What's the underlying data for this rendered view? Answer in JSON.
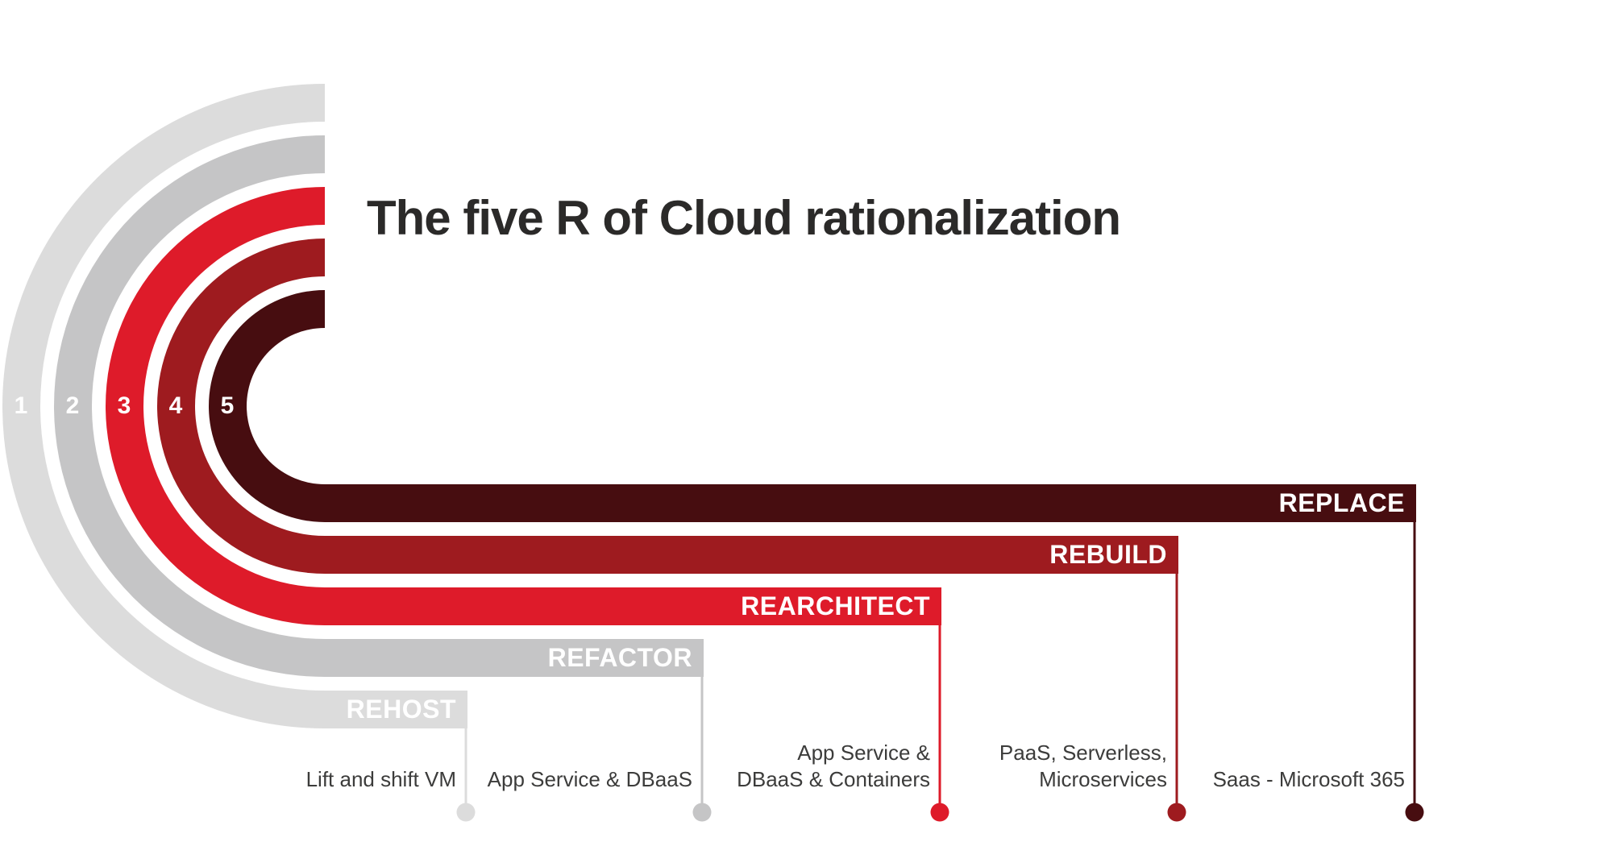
{
  "title": "The five R of Cloud rationalization",
  "stages": [
    {
      "number": "1",
      "label": "REHOST",
      "description": "Lift and shift VM",
      "color": "#DCDCDC"
    },
    {
      "number": "2",
      "label": "REFACTOR",
      "description": "App Service & DBaaS",
      "color": "#C5C5C6"
    },
    {
      "number": "3",
      "label": "REARCHITECT",
      "description": "App Service &\nDBaaS & Containers",
      "color": "#DE1B2A"
    },
    {
      "number": "4",
      "label": "REBUILD",
      "description": "PaaS, Serverless,\nMicroservices",
      "color": "#9E1B1F"
    },
    {
      "number": "5",
      "label": "REPLACE",
      "description": "Saas - Microsoft 365",
      "color": "#470D10"
    }
  ],
  "colors": {
    "background": "#FFFFFF",
    "title_text": "#2B2A29",
    "annotation_text": "#3C3C3B",
    "label_text": "#FFFFFF"
  }
}
